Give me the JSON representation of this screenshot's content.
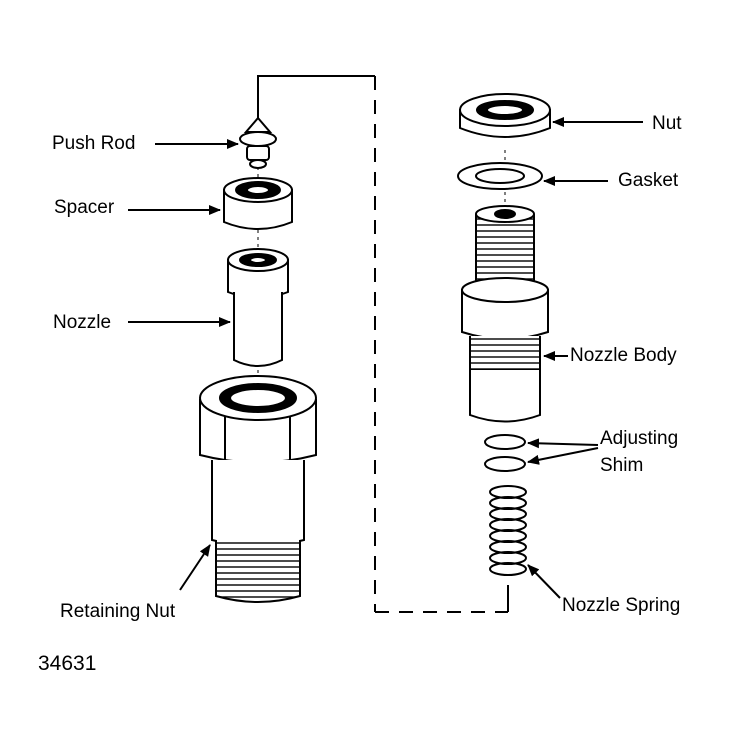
{
  "labels": {
    "push_rod": "Push Rod",
    "spacer": "Spacer",
    "nozzle": "Nozzle",
    "retaining_nut": "Retaining Nut",
    "nut": "Nut",
    "gasket": "Gasket",
    "nozzle_body": "Nozzle Body",
    "adjusting": "Adjusting",
    "shim": "Shim",
    "nozzle_spring": "Nozzle Spring"
  },
  "figure_number": "34631"
}
